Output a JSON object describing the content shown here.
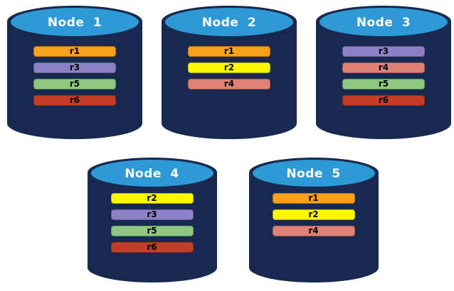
{
  "diagram": {
    "background_color": "#ffffff",
    "cylinder": {
      "body_color": "#17294e",
      "top_color": "#2e9ad5",
      "title_color": "#ffffff"
    },
    "replica_label_color": "#000000",
    "replica_colors": {
      "r1": "#f9a11b",
      "r2": "#fdf800",
      "r3": "#8d80c6",
      "r4": "#e08173",
      "r5": "#8dc87e",
      "r6": "#c53d28"
    },
    "nodes": [
      {
        "title": "Node 1",
        "replicas": [
          "r1",
          "r3",
          "r5",
          "r6"
        ]
      },
      {
        "title": "Node 2",
        "replicas": [
          "r1",
          "r2",
          "r4"
        ]
      },
      {
        "title": "Node 3",
        "replicas": [
          "r3",
          "r4",
          "r5",
          "r6"
        ]
      },
      {
        "title": "Node 4",
        "replicas": [
          "r2",
          "r3",
          "r5",
          "r6"
        ]
      },
      {
        "title": "Node 5",
        "replicas": [
          "r1",
          "r2",
          "r4"
        ]
      }
    ],
    "rows": [
      [
        0,
        1,
        2
      ],
      [
        3,
        4
      ]
    ]
  }
}
